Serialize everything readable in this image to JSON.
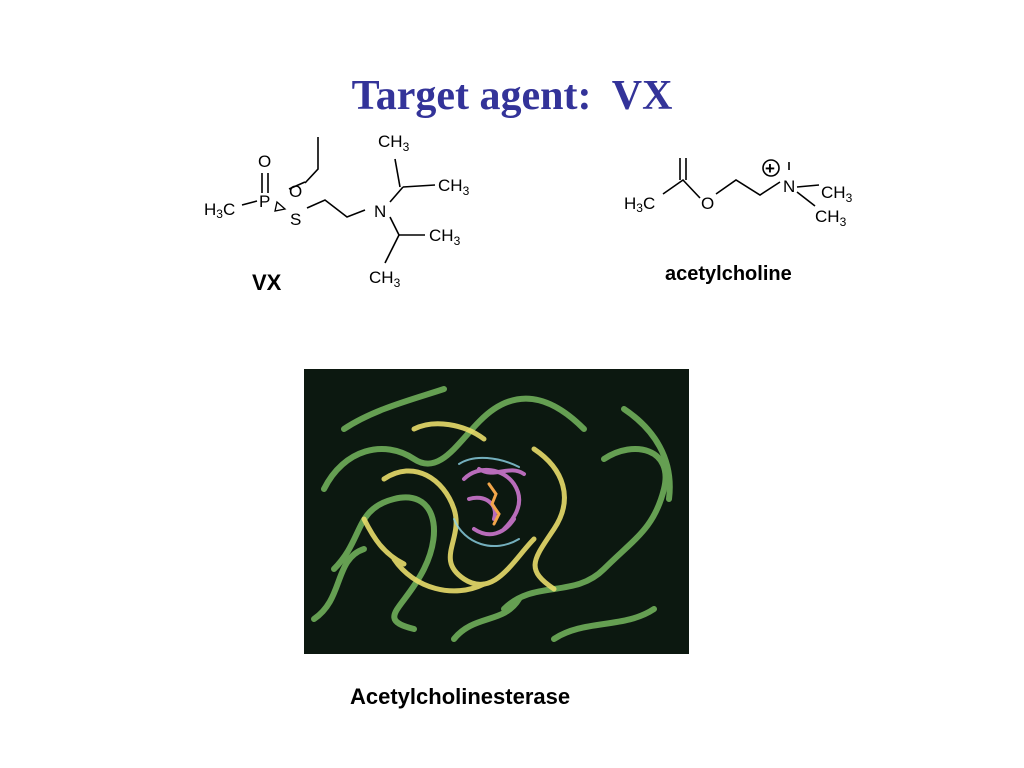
{
  "slide": {
    "title": "Target agent:  VX"
  },
  "vx": {
    "caption": "VX",
    "atoms": {
      "oxo": "O",
      "phosphorus": "P",
      "ester_oxygen": "O",
      "sulfur": "S",
      "nitrogen": "N",
      "methyl_label": "H",
      "methyl_sub": "3",
      "methyl_c": "C",
      "ch": "CH",
      "ch_sub": "3"
    }
  },
  "acetylcholine": {
    "caption": "acetylcholine",
    "atoms": {
      "h3c_h": "H",
      "h3c_sub": "3",
      "h3c_c": "C",
      "oxygen": "O",
      "nitrogen": "N",
      "charge": "+",
      "ch": "CH",
      "ch_sub": "3"
    }
  },
  "enzyme": {
    "caption": "Acetylcholinesterase"
  },
  "colors": {
    "title": "#333399",
    "protein_background": "#0c1810",
    "ribbon_green": "#6fae5a",
    "ribbon_yellow": "#e8dc6a",
    "active_site_magenta": "#d77bd8",
    "active_site_cyan": "#8fd6e8",
    "ligand_orange": "#f2a64a"
  }
}
